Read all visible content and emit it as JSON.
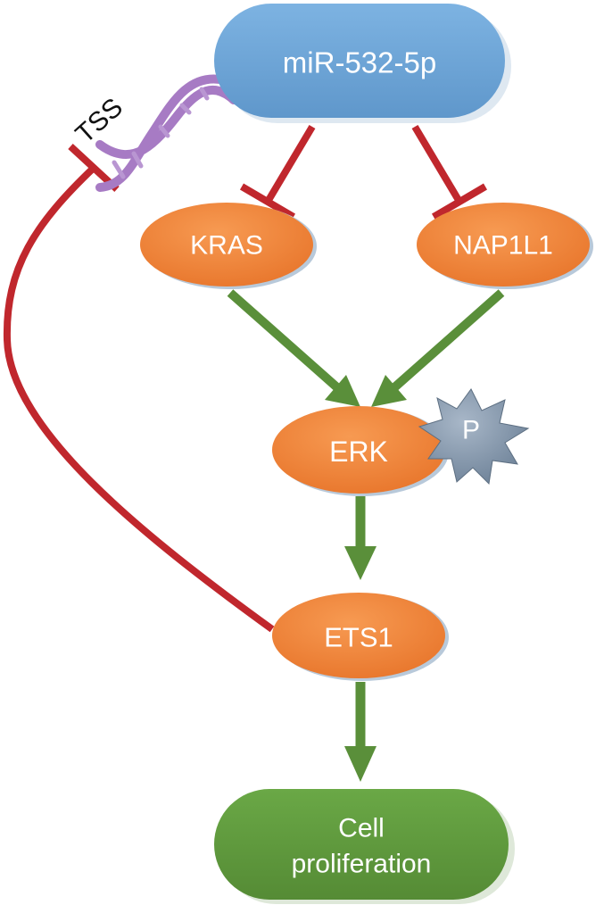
{
  "nodes": {
    "mir": {
      "label": "miR-532-5p"
    },
    "kras": {
      "label": "KRAS"
    },
    "nap1l1": {
      "label": "NAP1L1"
    },
    "erk": {
      "label": "ERK"
    },
    "phospho": {
      "label": "P"
    },
    "ets1": {
      "label": "ETS1"
    },
    "proliferation": {
      "line1": "Cell",
      "line2": "proliferation"
    }
  },
  "dna": {
    "label": "TSS"
  },
  "colors": {
    "mir_fill": "#6ea6d8",
    "gene_fill": "#f0843a",
    "outcome_fill": "#5f9a3e",
    "inhibit": "#c0272d",
    "activate": "#5a8f3a",
    "dna": "#a77bc4",
    "phospho_fill": "#8d9fb3"
  }
}
